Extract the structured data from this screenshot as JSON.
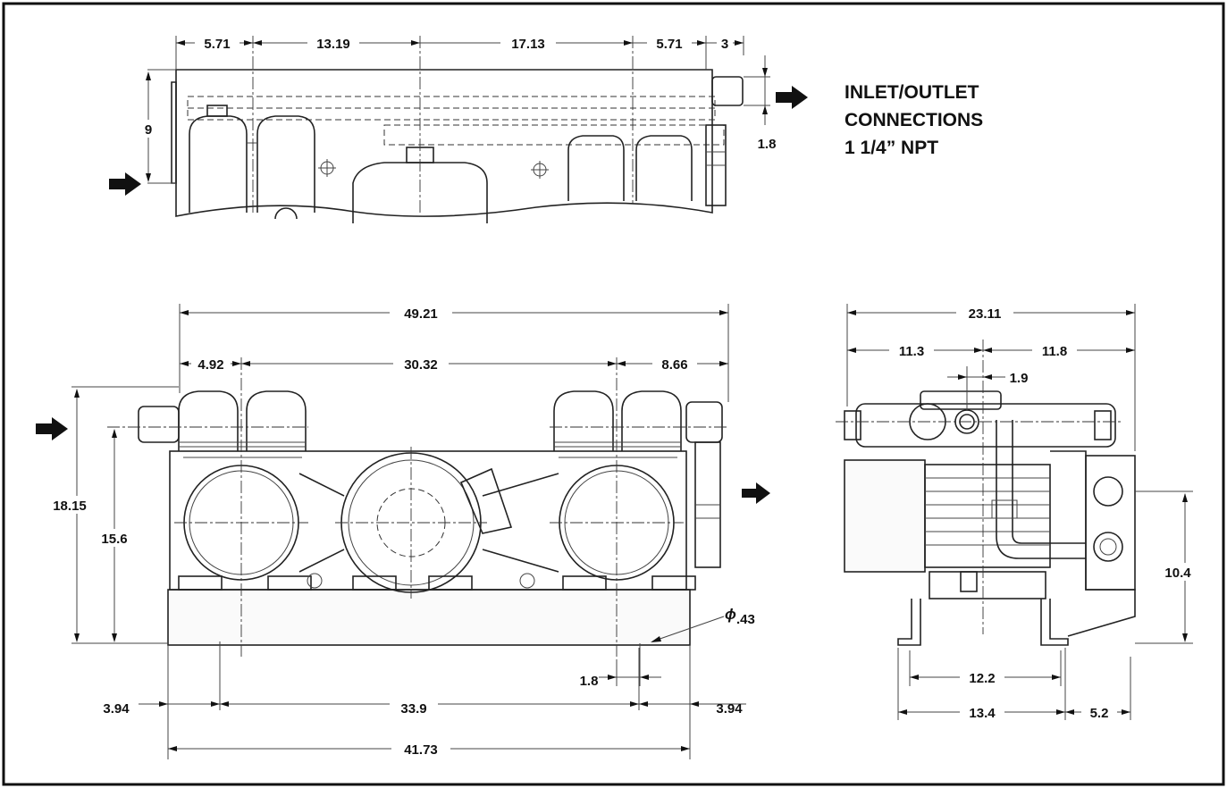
{
  "note": {
    "line1": "INLET/OUTLET",
    "line2": "CONNECTIONS",
    "line3": "1 1/4” NPT"
  },
  "top_view": {
    "dims": {
      "d1": "5.71",
      "d2": "13.19",
      "d3": "17.13",
      "d4": "5.71",
      "d5": "3",
      "height": "9",
      "outlet_offset": "1.8"
    }
  },
  "front_view": {
    "dims": {
      "overall": "49.21",
      "left": "4.92",
      "center": "30.32",
      "right": "8.66",
      "total_height": "18.15",
      "inlet_height": "15.6",
      "hole": ".43",
      "hole_prefix": "ϕ",
      "hole_offset": "1.8",
      "base_left": "3.94",
      "base_center": "33.9",
      "base_right": "3.94",
      "base_overall": "41.73"
    }
  },
  "side_view": {
    "dims": {
      "overall": "23.11",
      "left": "11.3",
      "right": "11.8",
      "offset": "1.9",
      "height": "10.4",
      "foot_inner": "12.2",
      "foot_outer": "13.4",
      "overhang": "5.2"
    }
  }
}
